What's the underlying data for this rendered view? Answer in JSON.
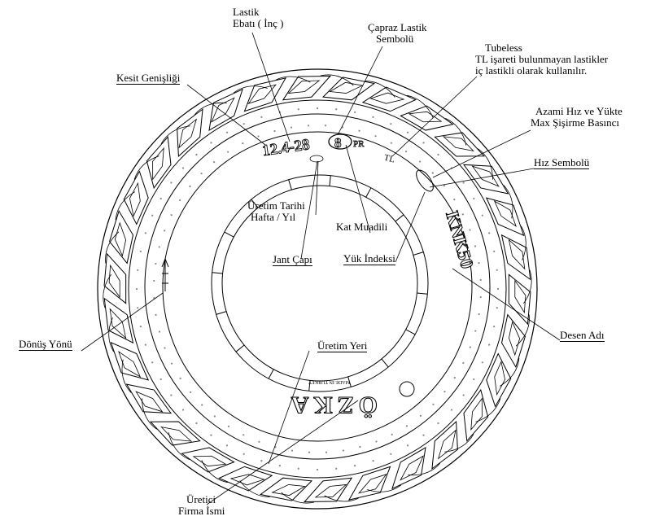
{
  "diagram": {
    "tire_marks": {
      "size": "12.4-28",
      "ply": "8",
      "ply_unit": "PR",
      "tl": "TL",
      "pattern": "KNK50",
      "brand": "ÖZKA",
      "origin": "MADE IN TURKEY"
    },
    "labels": {
      "lastik_ebati": [
        "Lastik",
        "Ebatı ( İnç )"
      ],
      "capraz_lastik": [
        "Çapraz Lastik",
        "Sembolü"
      ],
      "tubeless": [
        "Tubeless",
        "TL işareti bulunmayan lastikler",
        "iç lastikli olarak  kullanılır."
      ],
      "kesit_genisligi": "Kesit Genişliği",
      "azami_hiz": [
        "Azami  Hız ve Yükte",
        "Max Şişirme Basıncı"
      ],
      "hiz_sembolu": "Hız  Sembolü",
      "uretim_tarihi": [
        "Üretim Tarihi",
        "Hafta / Yıl"
      ],
      "kat_muadili": "Kat Muadili",
      "jant_capi": "Jant Çapı",
      "yuk_indeksi": "Yük  İndeksi",
      "donus_yonu": "Dönüş Yönü",
      "desen_adi": "Desen Adı",
      "uretim_yeri": "Üretim Yeri",
      "uretici": [
        "Üretici",
        "Firma İsmi"
      ]
    }
  }
}
